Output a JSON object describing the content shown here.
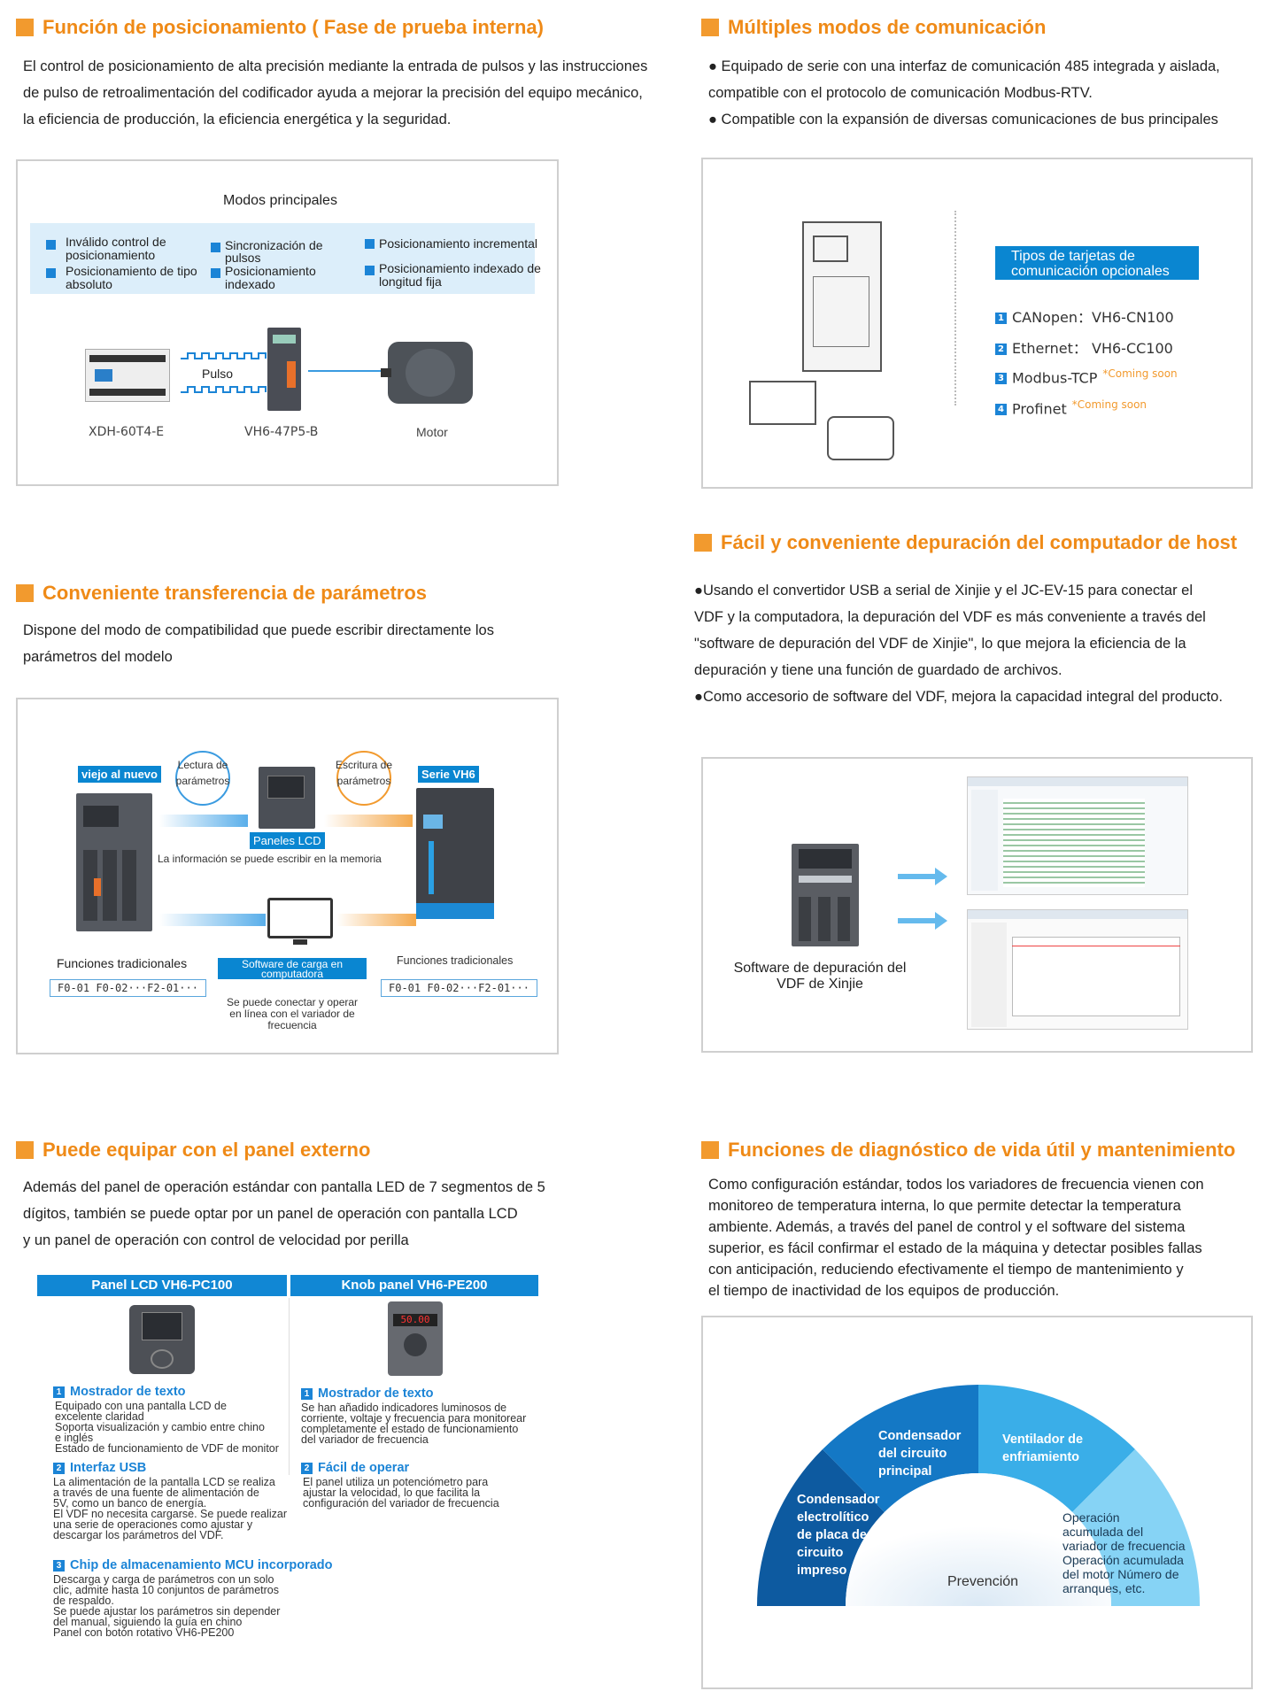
{
  "s1": {
    "title": "Función de posicionamiento ( Fase de prueba interna)",
    "text": [
      "El control de posicionamiento de alta precisión mediante la entrada de pulsos y las instrucciones",
      "de pulso de retroalimentación del codificador ayuda a mejorar la precisión del equipo mecánico,",
      "la eficiencia de producción, la eficiencia energética y la seguridad."
    ],
    "modes_title": "Modos principales",
    "modes": [
      "Inválido control de posicionamiento",
      "Sincronización de pulsos",
      "Posicionamiento incremental",
      "Posicionamiento de tipo absoluto",
      "Posicionamiento indexado",
      "Posicionamiento indexado de longitud fija"
    ],
    "pulse_label": "Pulso",
    "device1": "XDH-60T4-E",
    "device2": "VH6-47P5-B",
    "device3": "Motor"
  },
  "s2": {
    "title": "Múltiples modos de comunicación",
    "text": [
      "● Equipado de serie con una interfaz de comunicación 485 integrada y aislada,",
      "compatible con el protocolo de comunicación Modbus-RTV.",
      "● Compatible con la expansión de diversas comunicaciones de bus principales"
    ],
    "cards_title": [
      "Tipos de tarjetas de",
      "comunicación opcionales"
    ],
    "cards": [
      {
        "num": "1",
        "label": "CANopen：VH6-CN100",
        "note": ""
      },
      {
        "num": "2",
        "label": "Ethernet：  VH6-CC100",
        "note": ""
      },
      {
        "num": "3",
        "label": "Modbus-TCP",
        "note": "*Coming soon"
      },
      {
        "num": "4",
        "label": "Profinet",
        "note": "*Coming soon"
      }
    ]
  },
  "s3": {
    "title": "Fácil y conveniente depuración del computador de host",
    "text": [
      "●Usando el convertidor USB a serial de Xinjie y el JC-EV-15 para conectar el",
      "VDF y la computadora, la depuración del VDF es más conveniente a través del",
      "\"software de depuración del VDF de Xinjie\", lo que mejora la eficiencia de la",
      "depuración y tiene una función de guardado de archivos.",
      "●Como accesorio de software del VDF, mejora la capacidad integral del producto."
    ],
    "caption": [
      "Software de depuración del",
      "VDF de Xinjie"
    ]
  },
  "s4": {
    "title": "Conveniente transferencia de parámetros",
    "text": [
      "Dispone del modo de compatibilidad que puede escribir directamente los",
      "parámetros del modelo"
    ],
    "old_new": "viejo al nuevo",
    "read": [
      "Lectura de",
      "parámetros"
    ],
    "write": [
      "Escritura de",
      "parámetros"
    ],
    "series": "Serie VH6",
    "lcd_panels": "Paneles LCD",
    "memory_note": "La información se puede escribir en la memoria",
    "trad_left": "Funciones tradicionales",
    "trad_right": "Funciones tradicionales",
    "codes_left": "F0-01  F0-02···F2-01···",
    "codes_right": "F0-01  F0-02···F2-01···",
    "software": [
      "Software de carga en",
      "computadora"
    ],
    "online": [
      "Se puede conectar y operar",
      "en línea con el variador de",
      "frecuencia"
    ]
  },
  "s5": {
    "title": "Puede equipar con el panel externo",
    "text": [
      "Además del panel de operación estándar con pantalla LED de 7 segmentos de 5",
      "dígitos, también se puede optar por un panel de operación con pantalla LCD",
      "y un panel de operación con control de velocidad por perilla"
    ],
    "left_header": "Panel LCD VH6-PC100",
    "right_header": "Knob panel VH6-PE200",
    "knob_display": "50.00",
    "left_items": [
      {
        "num": "1",
        "title": "Mostrador de texto",
        "lines": [
          "Equipado con una pantalla LCD de",
          "excelente claridad",
          "Soporta visualización y cambio entre chino",
          "e inglés",
          "Estado de funcionamiento de VDF de monitor"
        ]
      },
      {
        "num": "2",
        "title": "Interfaz USB",
        "lines": [
          "La alimentación de la pantalla LCD se realiza",
          "a través de una fuente de alimentación de",
          "5V, como un banco de energía.",
          "El VDF no necesita cargarse. Se puede realizar",
          "una serie de operaciones como ajustar y",
          "descargar los parámetros del VDF."
        ]
      },
      {
        "num": "3",
        "title": "Chip de almacenamiento MCU incorporado",
        "lines": [
          "Descarga y carga de parámetros con un solo",
          "clic, admite hasta 10 conjuntos de parámetros",
          "de respaldo.",
          "Se puede ajustar los parámetros sin depender",
          "del manual, siguiendo la guía en chino",
          "Panel con botón rotativo VH6-PE200"
        ]
      }
    ],
    "right_items": [
      {
        "num": "1",
        "title": "Mostrador de texto",
        "lines": [
          "Se han añadido indicadores luminosos de",
          "corriente, voltaje y frecuencia para monitorear",
          "completamente el estado de funcionamiento",
          "del variador de frecuencia"
        ]
      },
      {
        "num": "2",
        "title": "Fácil de operar",
        "lines": [
          "El panel utiliza un potenciómetro para",
          "ajustar la velocidad, lo que facilita la",
          "configuración del variador de frecuencia"
        ]
      }
    ]
  },
  "s6": {
    "title": "Funciones de diagnóstico de vida útil y mantenimiento",
    "text": [
      "Como configuración estándar, todos los variadores de frecuencia vienen con",
      "monitoreo de temperatura interna, lo que permite detectar la temperatura",
      "ambiente. Además, a través del panel de control y el software del sistema",
      "superior, es fácil confirmar el estado de la máquina y detectar posibles fallas",
      "con anticipación, reduciendo efectivamente el tiempo de mantenimiento y",
      "el tiempo de inactividad de los equipos de producción."
    ],
    "seg1": [
      "Condensador",
      "electrolítico",
      "de placa de",
      "circuito",
      "impreso"
    ],
    "seg2": [
      "Condensador",
      "del circuito",
      "principal"
    ],
    "seg3": [
      "Ventilador de",
      "enfriamiento"
    ],
    "seg4": [
      "Operación",
      "acumulada del",
      "variador de frecuencia",
      " Operación acumulada",
      "del motor  Número de",
      "arranques, etc."
    ],
    "center": "Prevención"
  },
  "colors": {
    "accent": "#ef8a17",
    "blue": "#1187d4"
  }
}
